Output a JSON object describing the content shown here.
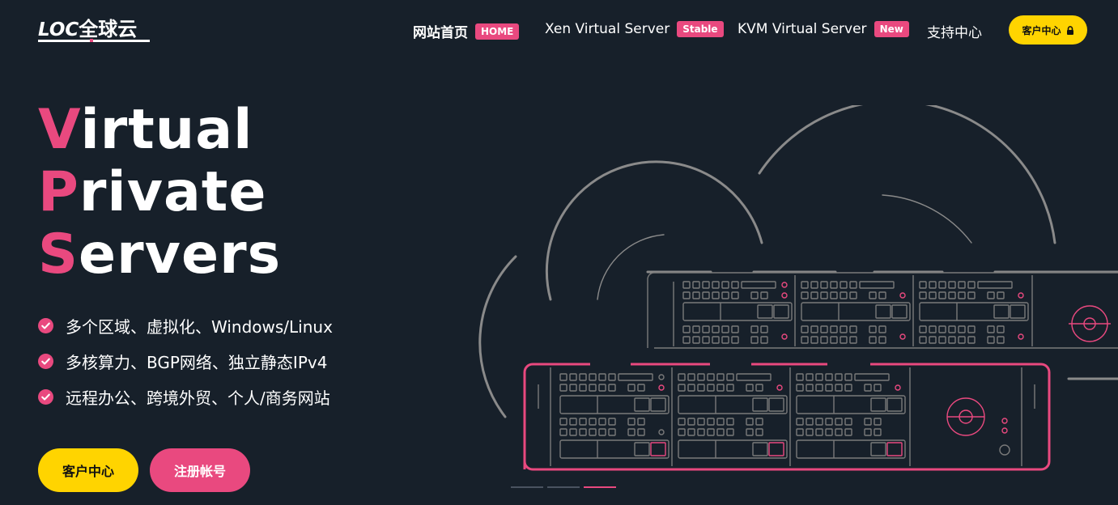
{
  "logo": {
    "latin": "LOC",
    "cjk": "全球云"
  },
  "nav": {
    "items": [
      {
        "label": "网站首页",
        "badge": "HOME"
      },
      {
        "label": "Xen Virtual Server",
        "badge": "Stable"
      },
      {
        "label": "KVM Virtual Server",
        "badge": "New"
      },
      {
        "label": "支持中心",
        "badge": ""
      }
    ],
    "client_button": "客户中心"
  },
  "hero": {
    "lines": [
      {
        "accent": "V",
        "rest": "irtual"
      },
      {
        "accent": "P",
        "rest": "rivate"
      },
      {
        "accent": "S",
        "rest": "ervers"
      }
    ]
  },
  "features": [
    "多个区域、虚拟化、Windows/Linux",
    "多核算力、BGP网络、独立静态IPv4",
    "远程办公、跨境外贸、个人/商务网站"
  ],
  "buttons": {
    "client": "客户中心",
    "register": "注册帐号"
  },
  "colors": {
    "background": "#17202a",
    "accent": "#e9497f",
    "yellow": "#ffd400",
    "line": "#8a8a8a"
  },
  "icons": {
    "check": "check-circle-icon",
    "lock": "lock-icon"
  },
  "slider": {
    "count": 3,
    "active_index": 2
  }
}
